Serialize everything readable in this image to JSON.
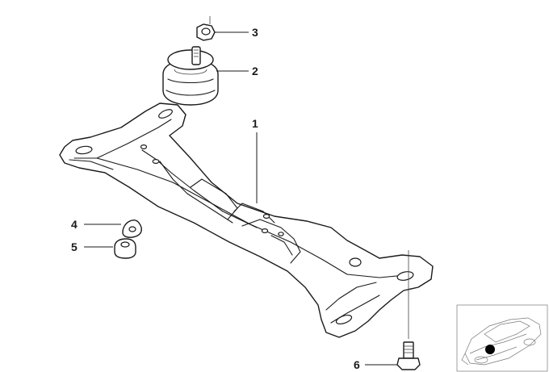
{
  "callouts": [
    {
      "id": "1",
      "label": "1"
    },
    {
      "id": "2",
      "label": "2"
    },
    {
      "id": "3",
      "label": "3"
    },
    {
      "id": "4",
      "label": "4"
    },
    {
      "id": "5",
      "label": "5"
    },
    {
      "id": "6",
      "label": "6"
    }
  ],
  "colors": {
    "line": "#1a1a1a",
    "background": "#ffffff",
    "marker": "#000000"
  }
}
